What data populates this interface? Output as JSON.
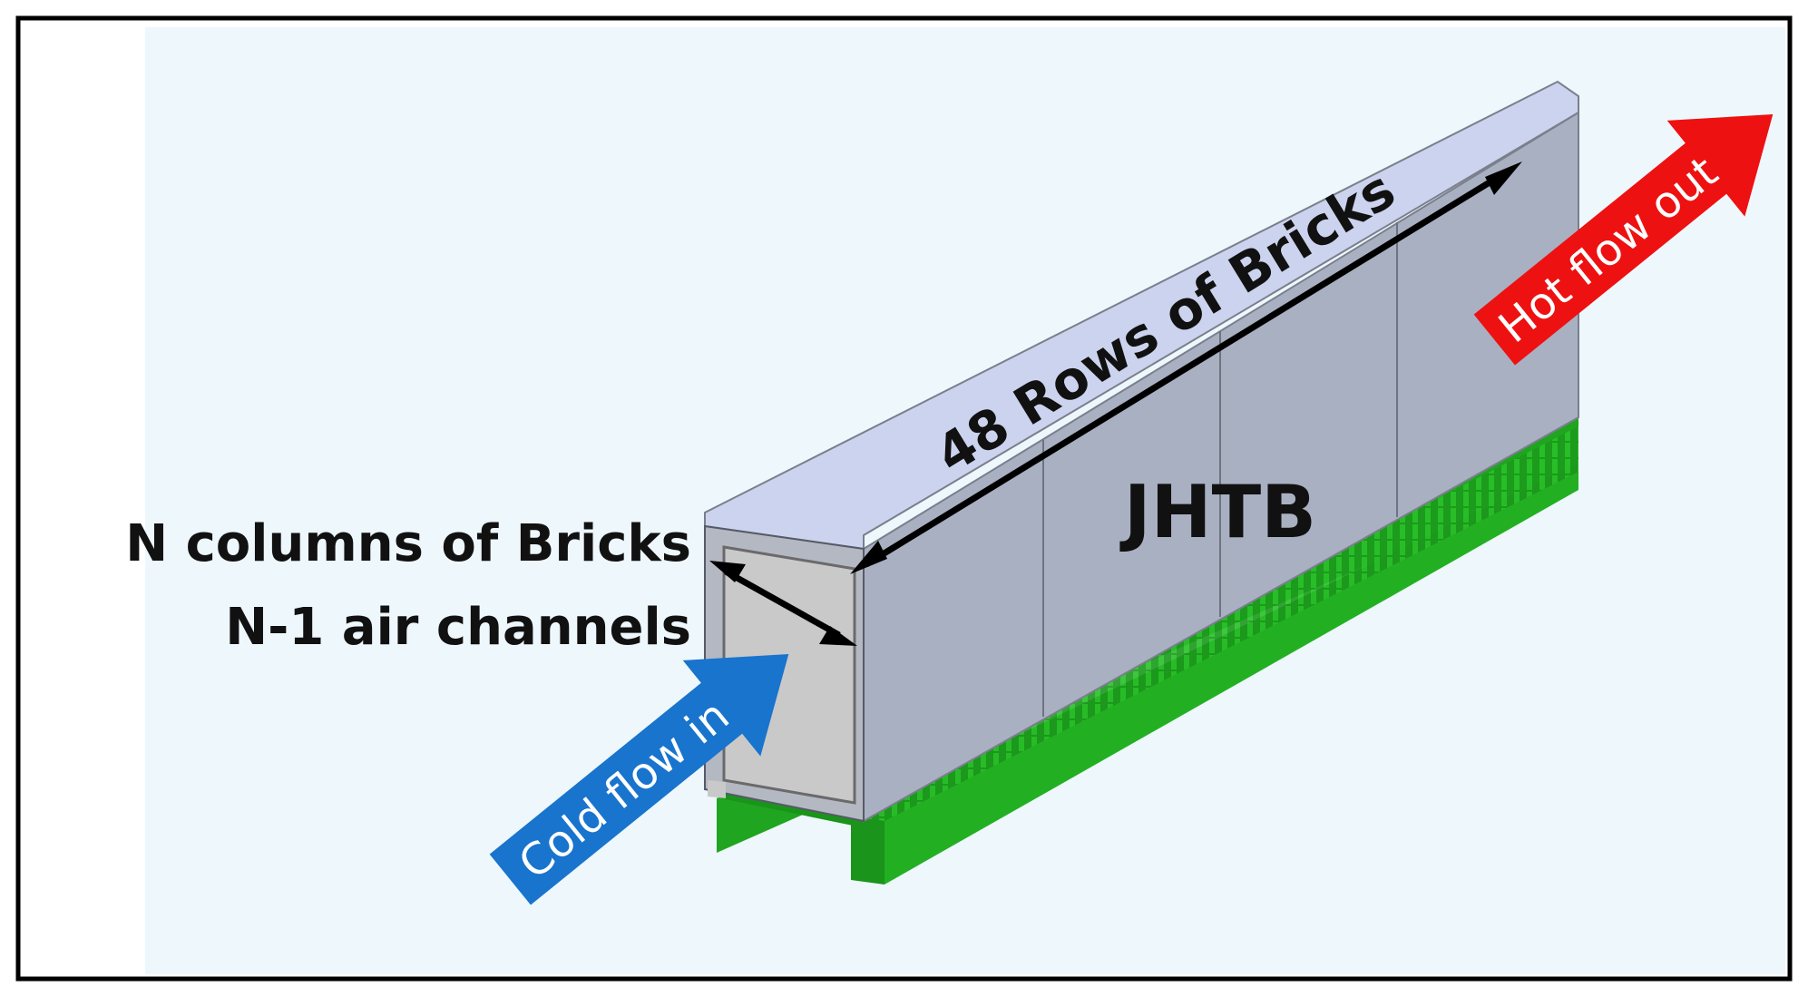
{
  "labels": {
    "rows": "48 Rows of Bricks",
    "columns": "N columns of Bricks",
    "channels": "N-1 air channels",
    "name": "JHTB"
  },
  "flows": {
    "cold": "Cold flow in",
    "hot": "Hot flow out"
  },
  "colors": {
    "background": "#eef7fc",
    "top_face": "#ccd3ee",
    "side_face": "#a8b0c3",
    "end_face": "#c9c9c9",
    "base": "#21a821",
    "cold_arrow": "#1874cd",
    "hot_arrow": "#ee1111"
  }
}
